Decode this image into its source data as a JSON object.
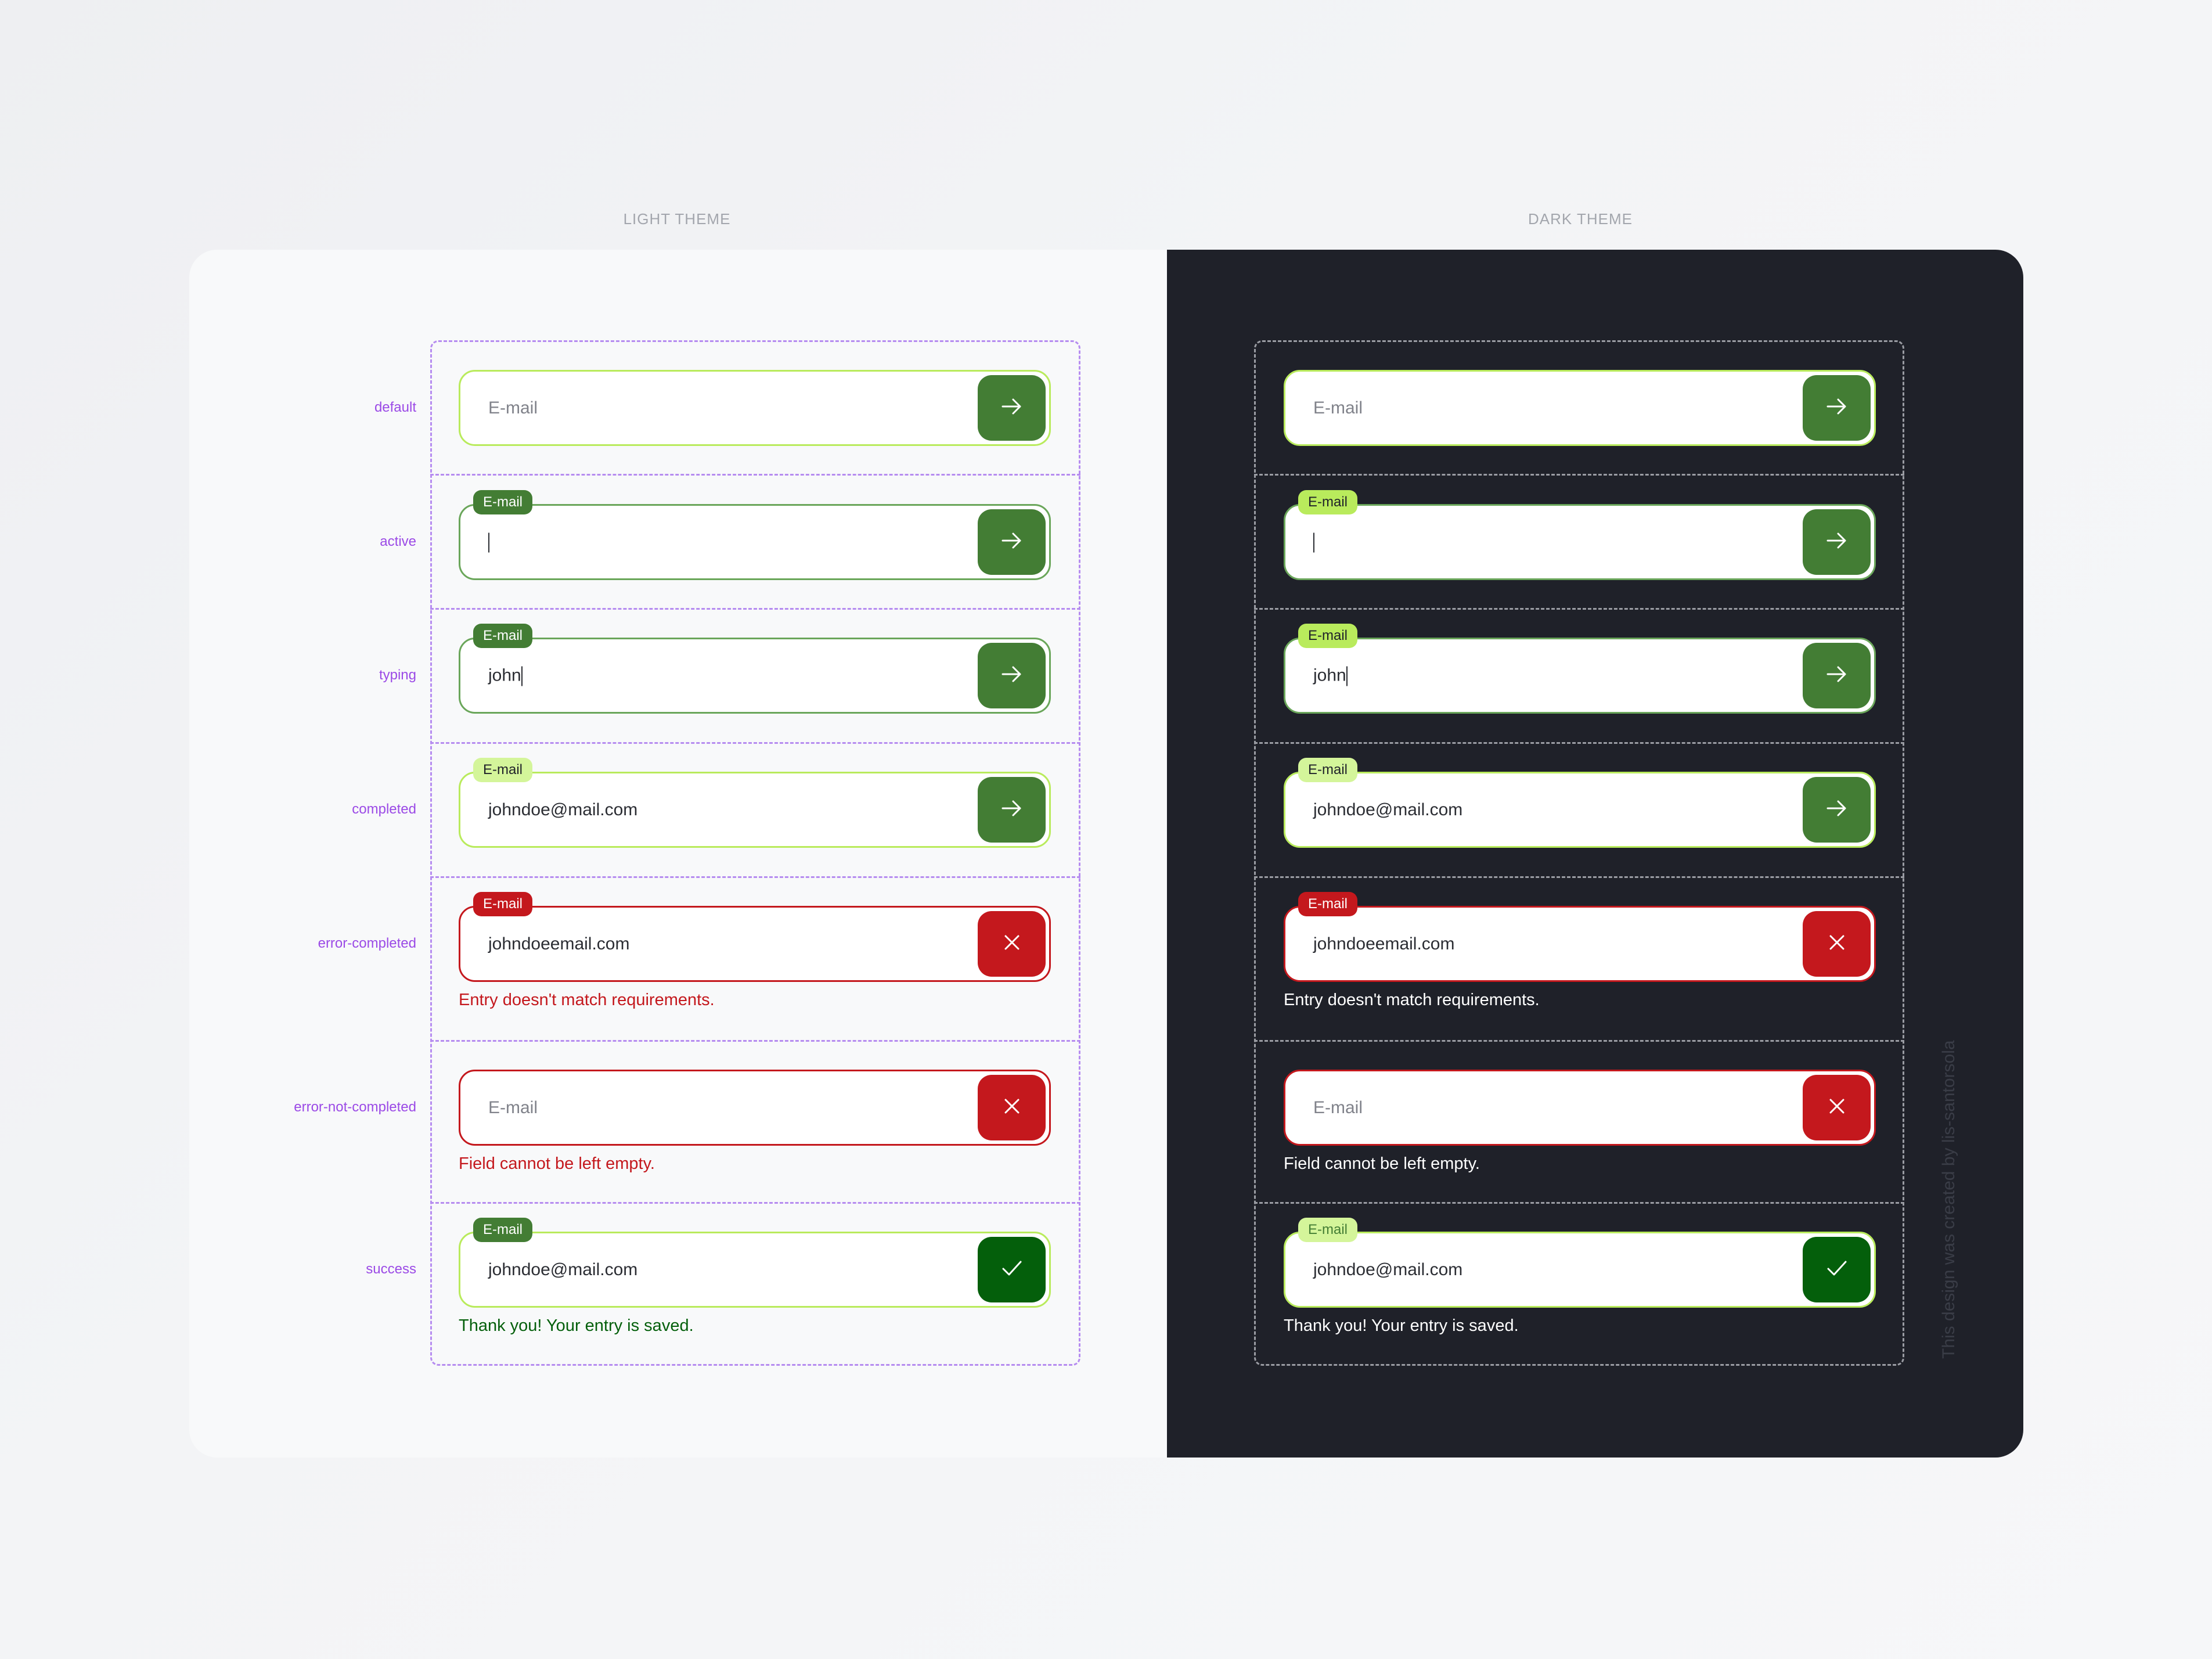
{
  "colors": {
    "primary_green": "#437d34",
    "lime": "#b9eb5c",
    "lime_soft": "#d4f59a",
    "error_red": "#c4181d",
    "success_green": "#045f0b",
    "state_label_purple": "#9b4ae6",
    "light_bg": "#f8f9fa",
    "dark_bg": "#1f2129"
  },
  "themes": {
    "light": {
      "title": "LIGHT THEME"
    },
    "dark": {
      "title": "DARK THEME"
    }
  },
  "states": [
    {
      "name": "default",
      "label": "",
      "value": "",
      "placeholder": "E-mail",
      "button_icon": "arrow-right",
      "helper": ""
    },
    {
      "name": "active",
      "label": "E-mail",
      "value": "",
      "placeholder": "",
      "button_icon": "arrow-right",
      "helper": ""
    },
    {
      "name": "typing",
      "label": "E-mail",
      "value": "john",
      "placeholder": "",
      "button_icon": "arrow-right",
      "helper": ""
    },
    {
      "name": "completed",
      "label": "E-mail",
      "value": "johndoe@mail.com",
      "placeholder": "",
      "button_icon": "arrow-right",
      "helper": ""
    },
    {
      "name": "error-completed",
      "label": "E-mail",
      "value": "johndoe­email.com",
      "placeholder": "",
      "button_icon": "x",
      "helper": "Entry doesn't match requirements."
    },
    {
      "name": "error-not-completed",
      "label": "",
      "value": "",
      "placeholder": "E-mail",
      "button_icon": "x",
      "helper": "Field cannot be left empty."
    },
    {
      "name": "success",
      "label": "E-mail",
      "value": "johndoe@mail.com",
      "placeholder": "",
      "button_icon": "check",
      "helper": "Thank you! Your entry is saved."
    }
  ],
  "watermark": "This design was created by lis-santorsola"
}
